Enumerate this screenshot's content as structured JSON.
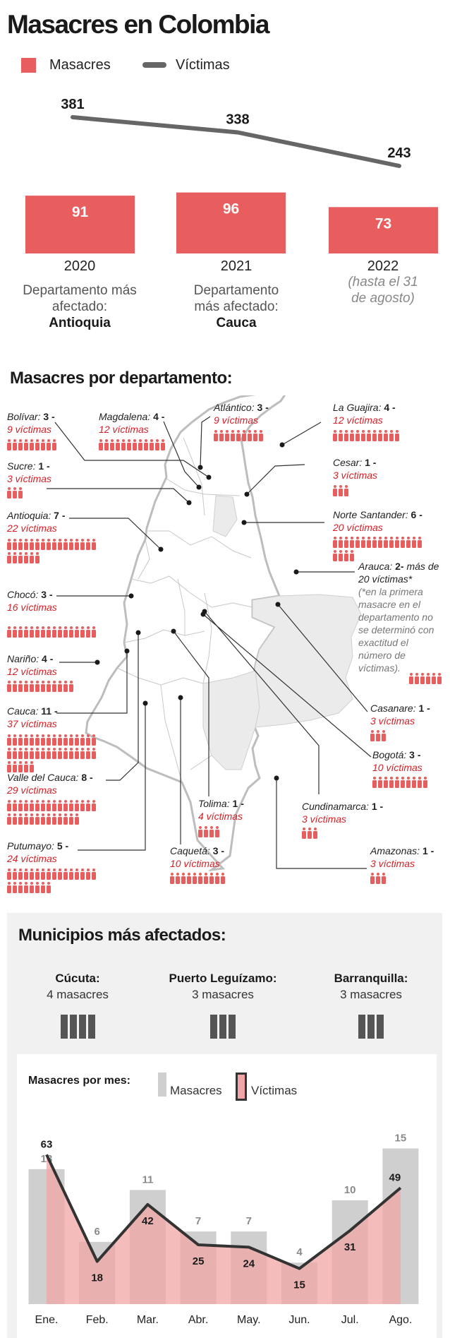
{
  "title": "Masacres en Colombia",
  "legend": {
    "masacres": "Masacres",
    "victimas": "Víctimas"
  },
  "colors": {
    "bar": "#e85d5e",
    "line": "#666666",
    "red_text": "#d51f26",
    "month_bar": "#cfcfcf",
    "month_area": "#f2a5a6",
    "month_line": "#333333"
  },
  "years": [
    {
      "label": "2020",
      "note_line1": "Departamento más",
      "note_line2": "afectado:",
      "note_bold": "Antioquia"
    },
    {
      "label": "2021",
      "note_line1": "Departamento",
      "note_line2": "más afectado:",
      "note_bold": "Cauca"
    },
    {
      "label": "2022",
      "note_line1": "(hasta el 31",
      "note_line2": "de agosto)",
      "note_bold": ""
    }
  ],
  "section_dept": "Masacres por departamento:",
  "departments": {
    "bolivar": {
      "name": "Bolívar:",
      "count": "3 -",
      "victims": "9 víctimas"
    },
    "magdalena": {
      "name": "Magdalena:",
      "count": "4 -",
      "victims": "12 víctimas"
    },
    "atlantico": {
      "name": "Atlántico:",
      "count": "3 -",
      "victims": "9 víctimas"
    },
    "laguajira": {
      "name": "La Guajira:",
      "count": "4 -",
      "victims": "12 víctimas"
    },
    "sucre": {
      "name": "Sucre:",
      "count": "1 -",
      "victims": "3 víctimas"
    },
    "cesar": {
      "name": "Cesar:",
      "count": "1 -",
      "victims": "3 víctimas"
    },
    "antioquia": {
      "name": "Antioquia:",
      "count": "7 -",
      "victims": "22 víctimas"
    },
    "nortesantander": {
      "name": "Norte Santander:",
      "count": "6 -",
      "victims": "20 víctimas"
    },
    "arauca": {
      "name": "Arauca:",
      "count": "2-",
      "victims": "más de 20 víctimas*",
      "note": [
        "(*en la primera",
        "masacre en el",
        "departamento no",
        "se determinó con",
        "exactitud el",
        "número de",
        "víctimas)."
      ]
    },
    "choco": {
      "name": "Chocó:",
      "count": "3 -",
      "victims": "16 víctimas"
    },
    "narino": {
      "name": "Nariño:",
      "count": "4 -",
      "victims": "12 víctimas"
    },
    "cauca": {
      "name": "Cauca:",
      "count": "11 -",
      "victims": "37 víctimas"
    },
    "casanare": {
      "name": "Casanare:",
      "count": "1 -",
      "victims": "3 víctimas"
    },
    "bogota": {
      "name": "Bogotá:",
      "count": "3 -",
      "victims": "10 víctimas"
    },
    "valle": {
      "name": "Valle del Cauca:",
      "count": "8 -",
      "victims": "29 víctimas"
    },
    "tolima": {
      "name": "Tolima:",
      "count": "1 -",
      "victims": "4 víctimas"
    },
    "cundinamarca": {
      "name": "Cundinamarca:",
      "count": "1 -",
      "victims": "3 víctimas"
    },
    "putumayo": {
      "name": "Putumayo:",
      "count": "5 -",
      "victims": "24 víctimas"
    },
    "caqueta": {
      "name": "Caquetá:",
      "count": "3 -",
      "victims": "10 víctimas"
    },
    "amazonas": {
      "name": "Amazonas:",
      "count": "1 -",
      "victims": "3 víctimas"
    }
  },
  "section_muni": "Municipios más afectados:",
  "municipalities": [
    {
      "name": "Cúcuta:",
      "count_text": "4 masacres",
      "count": 4
    },
    {
      "name": "Puerto Leguízamo:",
      "count_text": "3 masacres",
      "count": 3
    },
    {
      "name": "Barranquilla:",
      "count_text": "3 masacres",
      "count": 3
    }
  ],
  "month_title": "Masacres por mes:",
  "chart_data": [
    {
      "type": "bar",
      "categories": [
        "2020",
        "2021",
        "2022"
      ],
      "series": [
        {
          "name": "Masacres",
          "values": [
            91,
            96,
            73
          ]
        },
        {
          "name": "Víctimas",
          "values": [
            381,
            338,
            243
          ]
        }
      ]
    },
    {
      "type": "bar",
      "title": "Masacres por mes:",
      "categories": [
        "Ene.",
        "Feb.",
        "Mar.",
        "Abr.",
        "May.",
        "Jun.",
        "Jul.",
        "Ago."
      ],
      "series": [
        {
          "name": "Masacres",
          "values": [
            13,
            6,
            11,
            7,
            7,
            4,
            10,
            15
          ]
        },
        {
          "name": "Víctimas",
          "values": [
            63,
            18,
            42,
            25,
            24,
            15,
            31,
            49
          ]
        }
      ]
    }
  ]
}
